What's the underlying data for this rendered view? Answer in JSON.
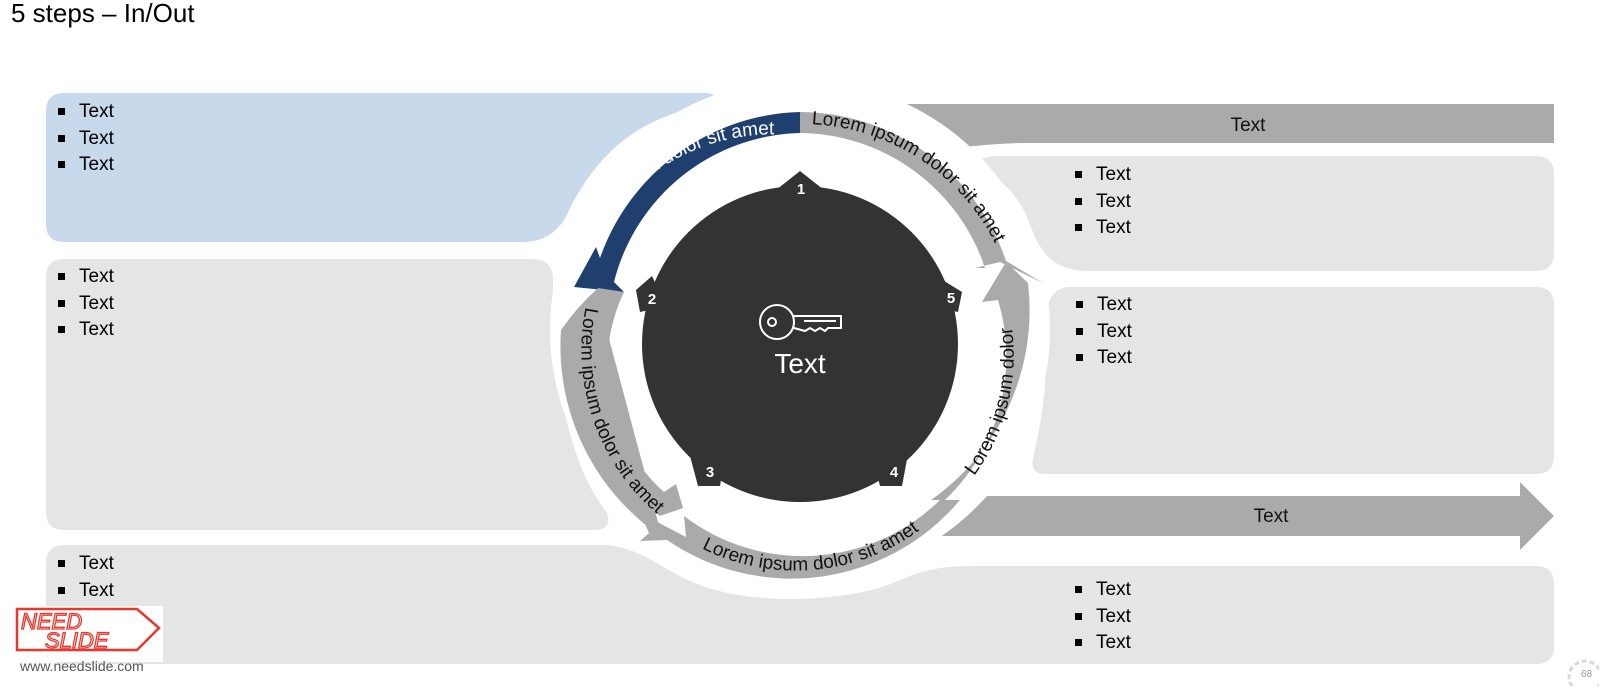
{
  "slide": {
    "title": "5 steps – In/Out",
    "page_number": "68"
  },
  "center": {
    "label": "Text",
    "icon": "key-icon"
  },
  "markers": [
    "1",
    "2",
    "3",
    "4",
    "5"
  ],
  "arc_labels": {
    "step1": "Lorem ipsum dolor sit amet",
    "step2": "Lorem ipsum dolor sit amet",
    "step3": "Lorem ipsum dolor sit amet",
    "step4": "Lorem ipsum dolor",
    "step5": "Lorem ipsum dolor sit amet"
  },
  "arrows": {
    "in_label": "Text",
    "out_label": "Text"
  },
  "panels": {
    "top_left": [
      "Text",
      "Text",
      "Text"
    ],
    "mid_left": [
      "Text",
      "Text",
      "Text"
    ],
    "bottom_left": [
      "Text",
      "Text"
    ],
    "top_right": [
      "Text",
      "Text",
      "Text"
    ],
    "mid_right": [
      "Text",
      "Text",
      "Text"
    ],
    "bottom_right": [
      "Text",
      "Text",
      "Text"
    ]
  },
  "logo": {
    "line1": "NEED",
    "line2": "SLIDE",
    "url": "www.needslide.com"
  },
  "colors": {
    "accent_navy": "#1f3f6e",
    "panel_highlight": "#c9d9ec",
    "panel_grey": "#e5e5e5",
    "arrow_grey": "#a9a9a9",
    "center_dark": "#333333",
    "logo_red": "#e8372c"
  }
}
